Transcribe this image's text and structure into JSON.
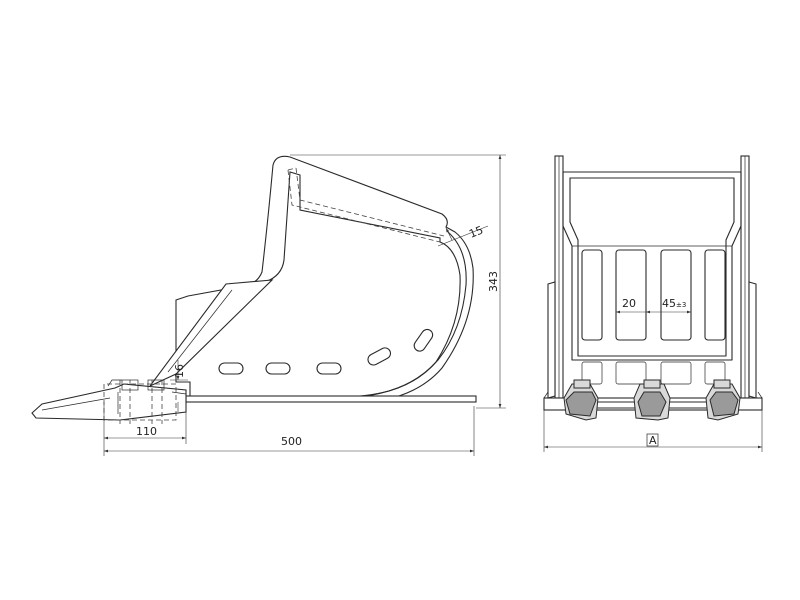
{
  "side_view": {
    "dim_length": "500",
    "dim_tooth": "110",
    "dim_plate": "16",
    "dim_height": "343",
    "dim_lip": "15"
  },
  "front_view": {
    "dim_bar_width": "20",
    "dim_gap": "45",
    "dim_gap_tolerance": "±3",
    "dim_overall_label": "A"
  }
}
